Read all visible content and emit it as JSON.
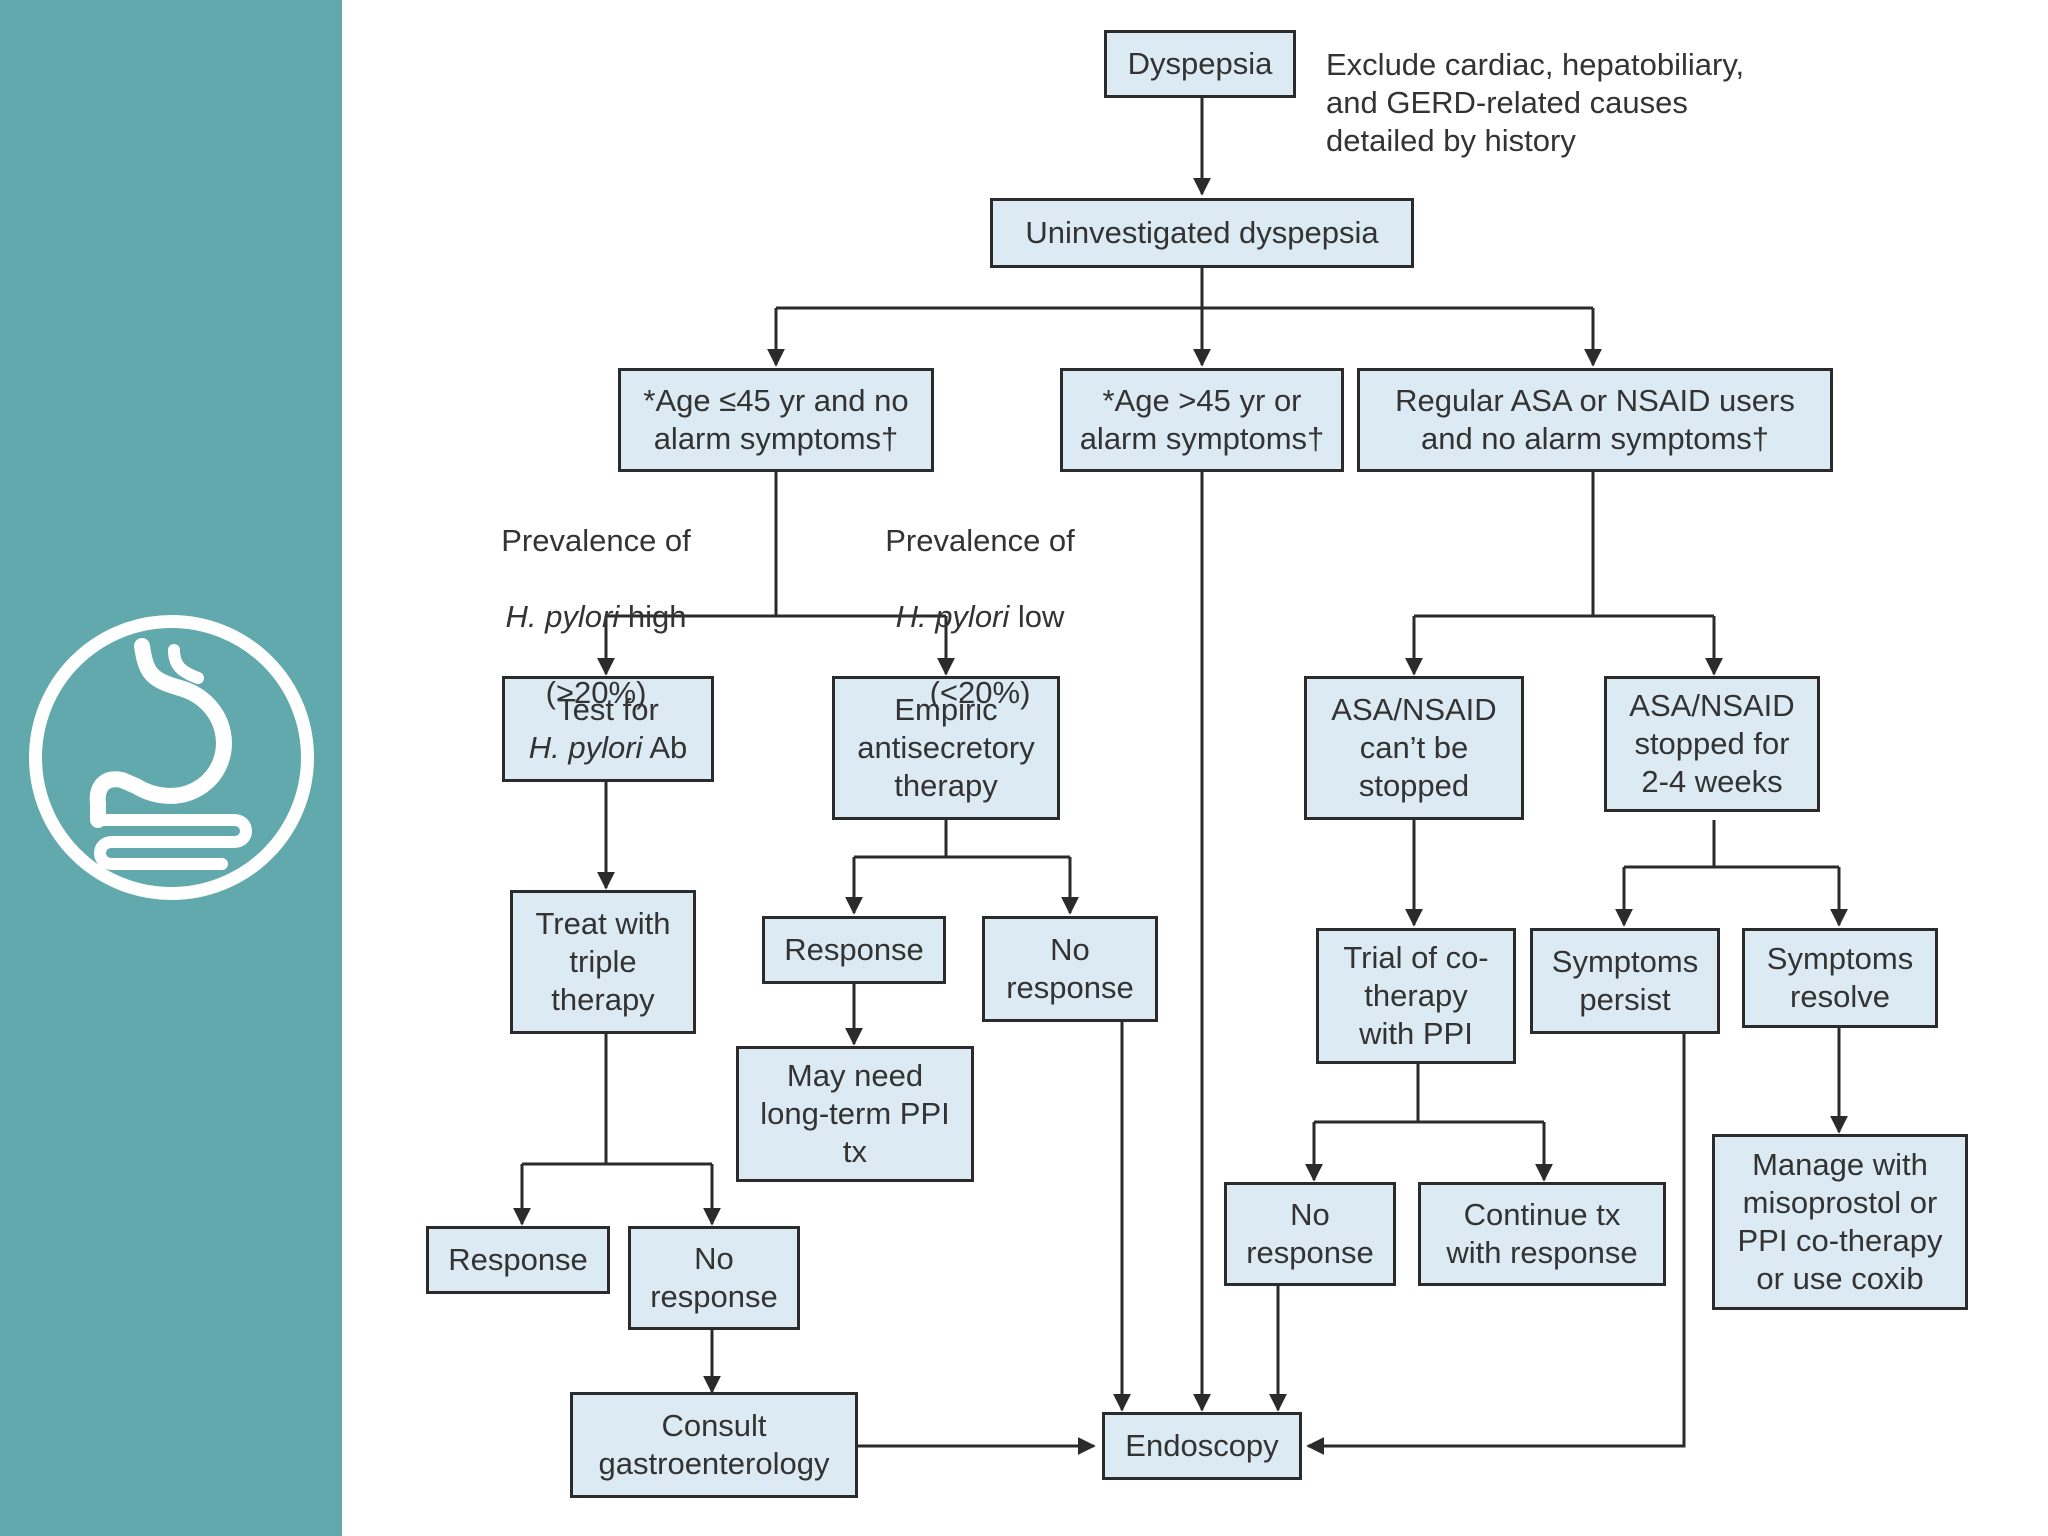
{
  "theme": {
    "sidebar_color": "#62a9ad",
    "box_fill": "#dceaf4",
    "box_border": "#2b2b2b",
    "line_color": "#2b2b2b",
    "text_color": "#333333",
    "icon": "stomach-intestine-icon"
  },
  "nodes": {
    "dyspepsia": "Dyspepsia",
    "uninvestigated": "Uninvestigated dyspepsia",
    "age_low_a": "*Age ≤45 yr and no",
    "age_low_b": "alarm symptoms†",
    "age_high_a": "*Age >45 yr or",
    "age_high_b": "alarm symptoms†",
    "nsaid_users_a": "Regular ASA or NSAID users",
    "nsaid_users_b": "and no alarm symptoms†",
    "test_hp_a": "Test for",
    "test_hp_italic": "H. pylori",
    "test_hp_b": " Ab",
    "empiric": "Empiric\nantisecretory\ntherapy",
    "nsaid_cant_stop": "ASA/NSAID\ncan’t be\nstopped",
    "nsaid_stopped": "ASA/NSAID\nstopped for\n2-4 weeks",
    "triple": "Treat with\ntriple\ntherapy",
    "response_mid": "Response",
    "no_response_mid": "No\nresponse",
    "long_term_ppi": "May need\nlong-term PPI\ntx",
    "cotherapy": "Trial of co-\ntherapy\nwith PPI",
    "symptoms_persist": "Symptoms\npersist",
    "symptoms_resolve": "Symptoms\nresolve",
    "response_left": "Response",
    "no_response_left": "No\nresponse",
    "no_response_right": "No\nresponse",
    "continue_tx": "Continue tx\nwith response",
    "manage": "Manage with\nmisoprostol or\nPPI co-therapy\nor use coxib",
    "consult": "Consult\ngastroenterology",
    "endoscopy": "Endoscopy"
  },
  "notes": {
    "exclude": "Exclude cardiac, hepatobiliary,\nand GERD-related causes\ndetailed by history",
    "prev_high_a": "Prevalence of",
    "prev_high_italic": "H. pylori",
    "prev_high_b": " high",
    "prev_high_c": "(>20%)",
    "prev_low_a": "Prevalence of",
    "prev_low_italic": "H. pylori",
    "prev_low_b": " low",
    "prev_low_c": "(<20%)"
  }
}
